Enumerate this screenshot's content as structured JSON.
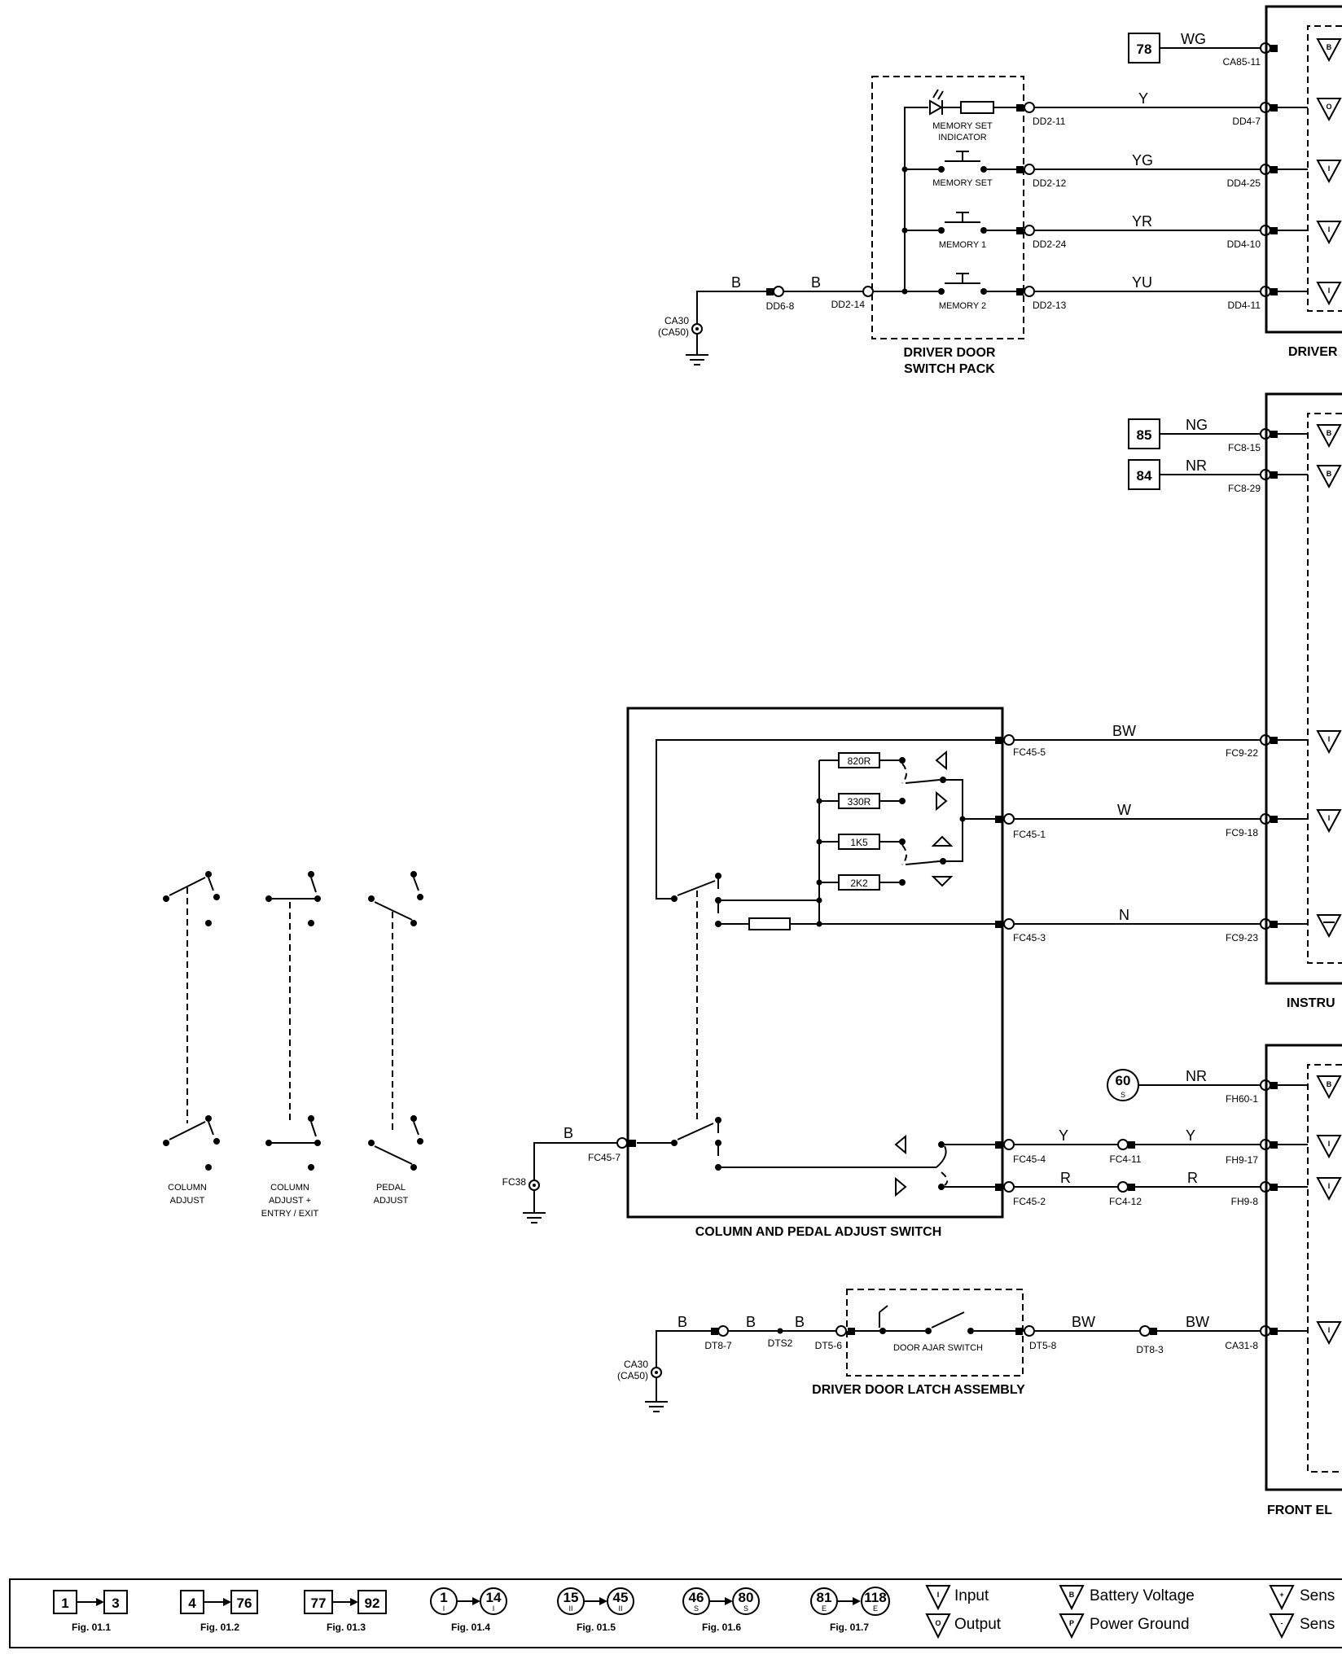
{
  "driver_door_switch_pack": {
    "title_line1": "DRIVER DOOR",
    "title_line2": "SWITCH PACK",
    "switches": [
      {
        "label": "MEMORY SET",
        "pin": "DD2-12",
        "wire": "YG",
        "dest": "DD4-25",
        "symbol": "I"
      },
      {
        "label": "MEMORY 1",
        "pin": "DD2-24",
        "wire": "YR",
        "dest": "DD4-10",
        "symbol": "I"
      },
      {
        "label": "MEMORY 2",
        "pin": "DD2-13",
        "wire": "YU",
        "dest": "DD4-11",
        "symbol": "I"
      }
    ],
    "indicator": {
      "label_line1": "MEMORY SET",
      "label_line2": "INDICATOR",
      "pin": "DD2-11",
      "wire": "Y",
      "dest": "DD4-7",
      "symbol": "O"
    },
    "ground": {
      "pin": "DD2-14",
      "inline": "DD6-8",
      "wire": "B",
      "ground_id": "CA30",
      "ground_alt": "(CA50)"
    }
  },
  "top_feed": {
    "ref": "78",
    "wire": "WG",
    "dest": "CA85-11",
    "symbol": "B"
  },
  "driver_module_label": "DRIVER",
  "instrument_feeds": [
    {
      "ref": "85",
      "wire": "NG",
      "dest": "FC8-15",
      "symbol": "B"
    },
    {
      "ref": "84",
      "wire": "NR",
      "dest": "FC8-29",
      "symbol": "B"
    }
  ],
  "instrument_module_label": "INSTRU",
  "column_pedal_switch": {
    "title": "COLUMN AND PEDAL ADJUST SWITCH",
    "resistors": [
      "820R",
      "330R",
      "1K5",
      "2K2"
    ],
    "outputs": [
      {
        "pin": "FC45-5",
        "wire": "BW",
        "dest": "FC9-22",
        "symbol": "I"
      },
      {
        "pin": "FC45-1",
        "wire": "W",
        "dest": "FC9-18",
        "symbol": "I"
      },
      {
        "pin": "FC45-3",
        "wire": "N",
        "dest": "FC9-23",
        "symbol": "-"
      },
      {
        "pin": "FC45-4",
        "wire": "Y",
        "inline": "FC4-11",
        "wire2": "Y",
        "dest": "FH9-17",
        "symbol": "I"
      },
      {
        "pin": "FC45-2",
        "wire": "R",
        "inline": "FC4-12",
        "wire2": "R",
        "dest": "FH9-8",
        "symbol": "I"
      }
    ],
    "ground": {
      "pin": "FC45-7",
      "wire": "B",
      "ground_id": "FC38"
    }
  },
  "switch_legend": [
    {
      "line1": "COLUMN",
      "line2": "ADJUST",
      "line3": ""
    },
    {
      "line1": "COLUMN",
      "line2": "ADJUST +",
      "line3": "ENTRY / EXIT"
    },
    {
      "line1": "PEDAL",
      "line2": "ADJUST",
      "line3": ""
    }
  ],
  "front_feed": {
    "ref": "60",
    "ref_sub": "S",
    "wire": "NR",
    "dest": "FH60-1",
    "symbol": "B"
  },
  "door_latch": {
    "title": "DRIVER DOOR LATCH ASSEMBLY",
    "switch_label": "DOOR AJAR SWITCH",
    "pin_in": "DT5-6",
    "pin_out": "DT5-8",
    "wire_out": "BW",
    "inline": "DT8-3",
    "wire_out2": "BW",
    "dest": "CA31-8",
    "symbol": "I",
    "ground_wire1": "B",
    "ground_inline": "DT8-7",
    "ground_wire2": "B",
    "splice": "DTS2",
    "ground_wire3": "B",
    "ground_id": "CA30",
    "ground_alt": "(CA50)"
  },
  "front_module_label": "FRONT EL",
  "legend": {
    "refs": [
      {
        "from": "1",
        "to": "3",
        "fig": "Fig. 01.1",
        "shape": "square"
      },
      {
        "from": "4",
        "to": "76",
        "fig": "Fig. 01.2",
        "shape": "square"
      },
      {
        "from": "77",
        "to": "92",
        "fig": "Fig. 01.3",
        "shape": "square"
      },
      {
        "from": "1",
        "to": "14",
        "sub": "I",
        "fig": "Fig. 01.4",
        "shape": "circle"
      },
      {
        "from": "15",
        "to": "45",
        "sub": "II",
        "fig": "Fig. 01.5",
        "shape": "circle"
      },
      {
        "from": "46",
        "to": "80",
        "sub": "S",
        "fig": "Fig. 01.6",
        "shape": "circle"
      },
      {
        "from": "81",
        "to": "118",
        "sub": "E",
        "fig": "Fig. 01.7",
        "shape": "circle"
      }
    ],
    "symbols": [
      {
        "glyph": "I",
        "label": "Input"
      },
      {
        "glyph": "O",
        "label": "Output"
      },
      {
        "glyph": "B",
        "label": "Battery Voltage"
      },
      {
        "glyph": "P",
        "label": "Power Ground"
      },
      {
        "glyph": "+",
        "label": "Sens"
      },
      {
        "glyph": "-",
        "label": "Sens"
      }
    ]
  }
}
